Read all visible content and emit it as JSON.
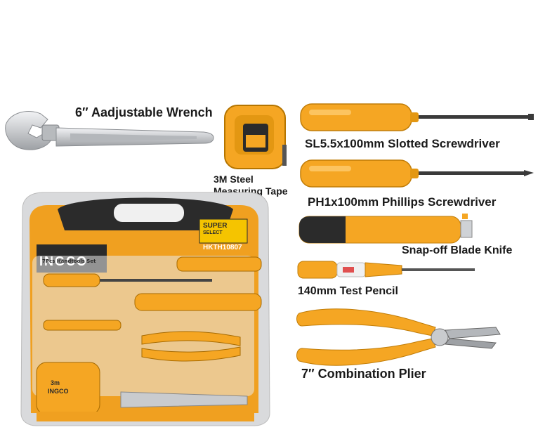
{
  "labels": {
    "wrench": "6″ Aadjustable Wrench",
    "tape_line1": "3M Steel",
    "tape_line2": "Measuring Tape",
    "slotted": "SL5.5x100mm Slotted Screwdriver",
    "phillips": "PH1x100mm Phillips Screwdriver",
    "knife": "Snap-off Blade Knife",
    "pencil": "140mm Test Pencil",
    "plier": "7″ Combination Plier"
  },
  "case": {
    "brand": "INGCO",
    "badge_line1": "SUPER",
    "badge_line2": "SELECT",
    "model": "HKTH10807",
    "set_name": "7Pcs Handtools Set",
    "tape_brand": "INGCO",
    "tape_size": "3m"
  },
  "colors": {
    "tool_orange": "#f5a623",
    "case_dark": "#2b2b2b",
    "metal": "#d9dadc"
  },
  "icons": [
    "wrench-icon",
    "tape-measure-icon",
    "screwdriver-icon",
    "knife-icon",
    "test-pencil-icon",
    "plier-icon"
  ]
}
